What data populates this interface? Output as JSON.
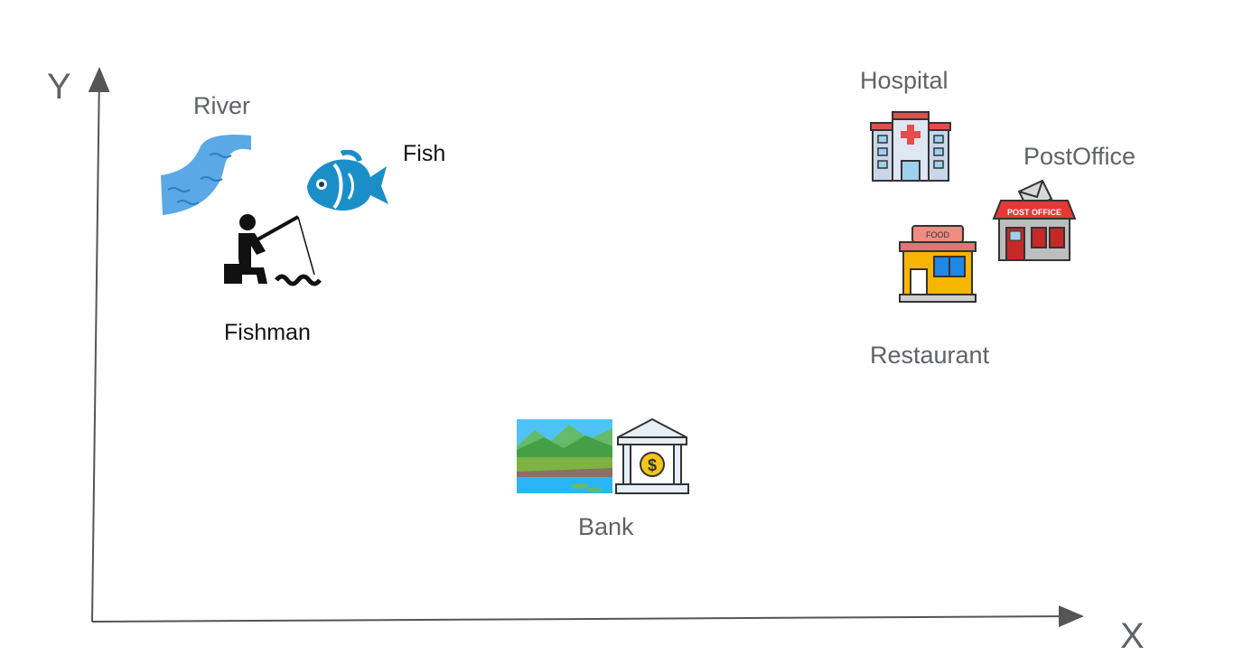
{
  "axes": {
    "x_label": "X",
    "y_label": "Y"
  },
  "items": {
    "river": {
      "label": "River",
      "icon": "river-icon"
    },
    "fish": {
      "label": "Fish",
      "icon": "fish-icon"
    },
    "fishman": {
      "label": "Fishman",
      "icon": "fisherman-icon"
    },
    "hospital": {
      "label": "Hospital",
      "icon": "hospital-icon",
      "sign": ""
    },
    "postoffice": {
      "label": "PostOffice",
      "icon": "post-office-icon",
      "sign": "POST OFFICE"
    },
    "restaurant": {
      "label": "Restaurant",
      "icon": "restaurant-icon",
      "sign": "FOOD"
    },
    "bank": {
      "label": "Bank",
      "icon": "bank-icon",
      "landscape_icon": "riverbank-landscape-icon",
      "symbol": "$"
    }
  },
  "colors": {
    "axis": "#555555",
    "label_gray": "#5f6368",
    "river_blue": "#5aa9e6",
    "fish_blue": "#1a8fc7",
    "roof_red": "#e74c4c",
    "restaurant_yellow": "#f7b500",
    "bank_gold": "#f5c518"
  }
}
